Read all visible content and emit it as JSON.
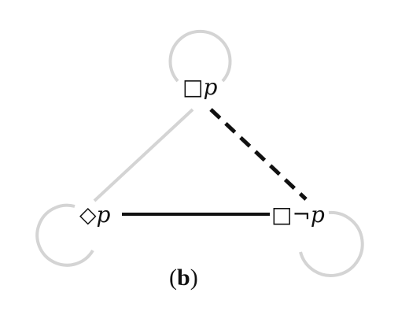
{
  "diagram": {
    "nodes": {
      "top": {
        "label": "□p"
      },
      "left": {
        "label": "◇p"
      },
      "right": {
        "label": "□¬p"
      }
    },
    "edges": [
      {
        "from": "top",
        "to": "left",
        "style": "solid",
        "color": "#d4d4d4"
      },
      {
        "from": "top",
        "to": "right",
        "style": "dashed",
        "color": "#111111"
      },
      {
        "from": "left",
        "to": "right",
        "style": "solid",
        "color": "#111111"
      }
    ],
    "self_loop_color": "#d4d4d4"
  },
  "caption": {
    "open": "(",
    "letter": "b",
    "close": ")"
  }
}
